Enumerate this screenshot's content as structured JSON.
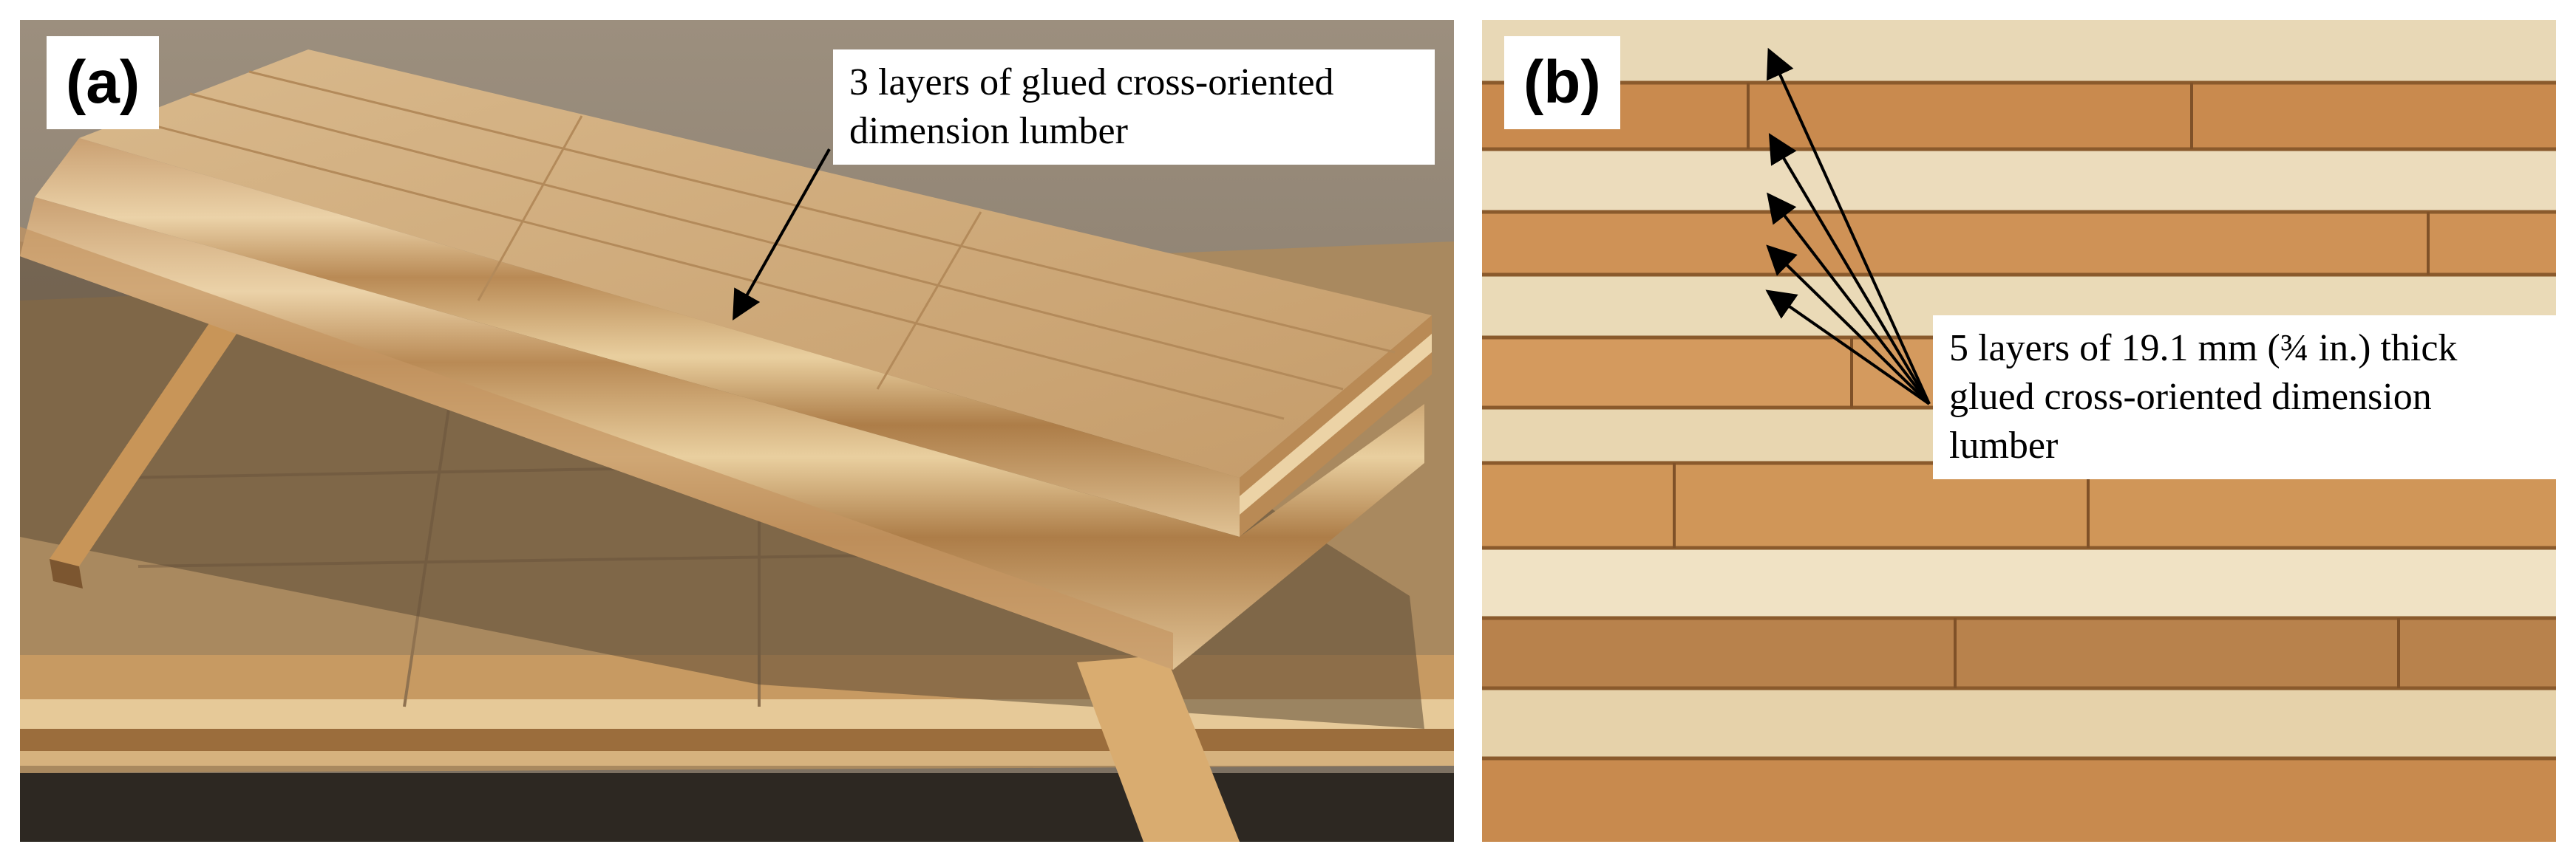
{
  "panel_a": {
    "label": "(a)",
    "callout": "3 layers of glued cross-oriented dimension lumber"
  },
  "panel_b": {
    "label": "(b)",
    "callout": "5 layers of 19.1 mm (¾ in.) thick glued cross-oriented dimension lumber"
  }
}
